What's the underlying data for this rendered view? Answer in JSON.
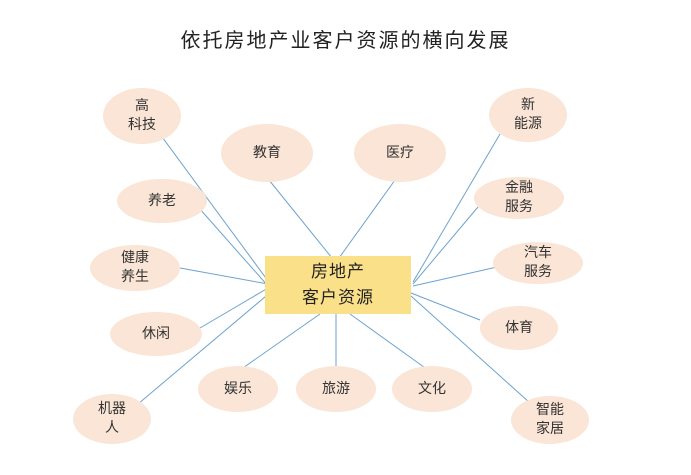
{
  "title": "依托房地产业客户资源的横向发展",
  "colors": {
    "node_fill": "#fae5d6",
    "center_fill": "#fbe08a",
    "link": "#6ea3cf"
  },
  "center": {
    "line1": "房地产",
    "line2": "客户资源"
  },
  "nodes": [
    {
      "id": "high-tech",
      "lines": [
        "高",
        "科技"
      ]
    },
    {
      "id": "education",
      "lines": [
        "教育"
      ]
    },
    {
      "id": "medical",
      "lines": [
        "医疗"
      ]
    },
    {
      "id": "new-energy",
      "lines": [
        "新",
        "能源"
      ]
    },
    {
      "id": "elderly-care",
      "lines": [
        "养老"
      ]
    },
    {
      "id": "financial-services",
      "lines": [
        "金融",
        "服务"
      ]
    },
    {
      "id": "health",
      "lines": [
        "健康",
        "养生"
      ]
    },
    {
      "id": "auto-services",
      "lines": [
        "汽车",
        "服务"
      ]
    },
    {
      "id": "leisure",
      "lines": [
        "休闲"
      ]
    },
    {
      "id": "sports",
      "lines": [
        "体育"
      ]
    },
    {
      "id": "entertainment",
      "lines": [
        "娱乐"
      ]
    },
    {
      "id": "tourism",
      "lines": [
        "旅游"
      ]
    },
    {
      "id": "culture",
      "lines": [
        "文化"
      ]
    },
    {
      "id": "robotics",
      "lines": [
        "机器",
        "人"
      ]
    },
    {
      "id": "smart-home",
      "lines": [
        "智能",
        "家居"
      ]
    }
  ]
}
